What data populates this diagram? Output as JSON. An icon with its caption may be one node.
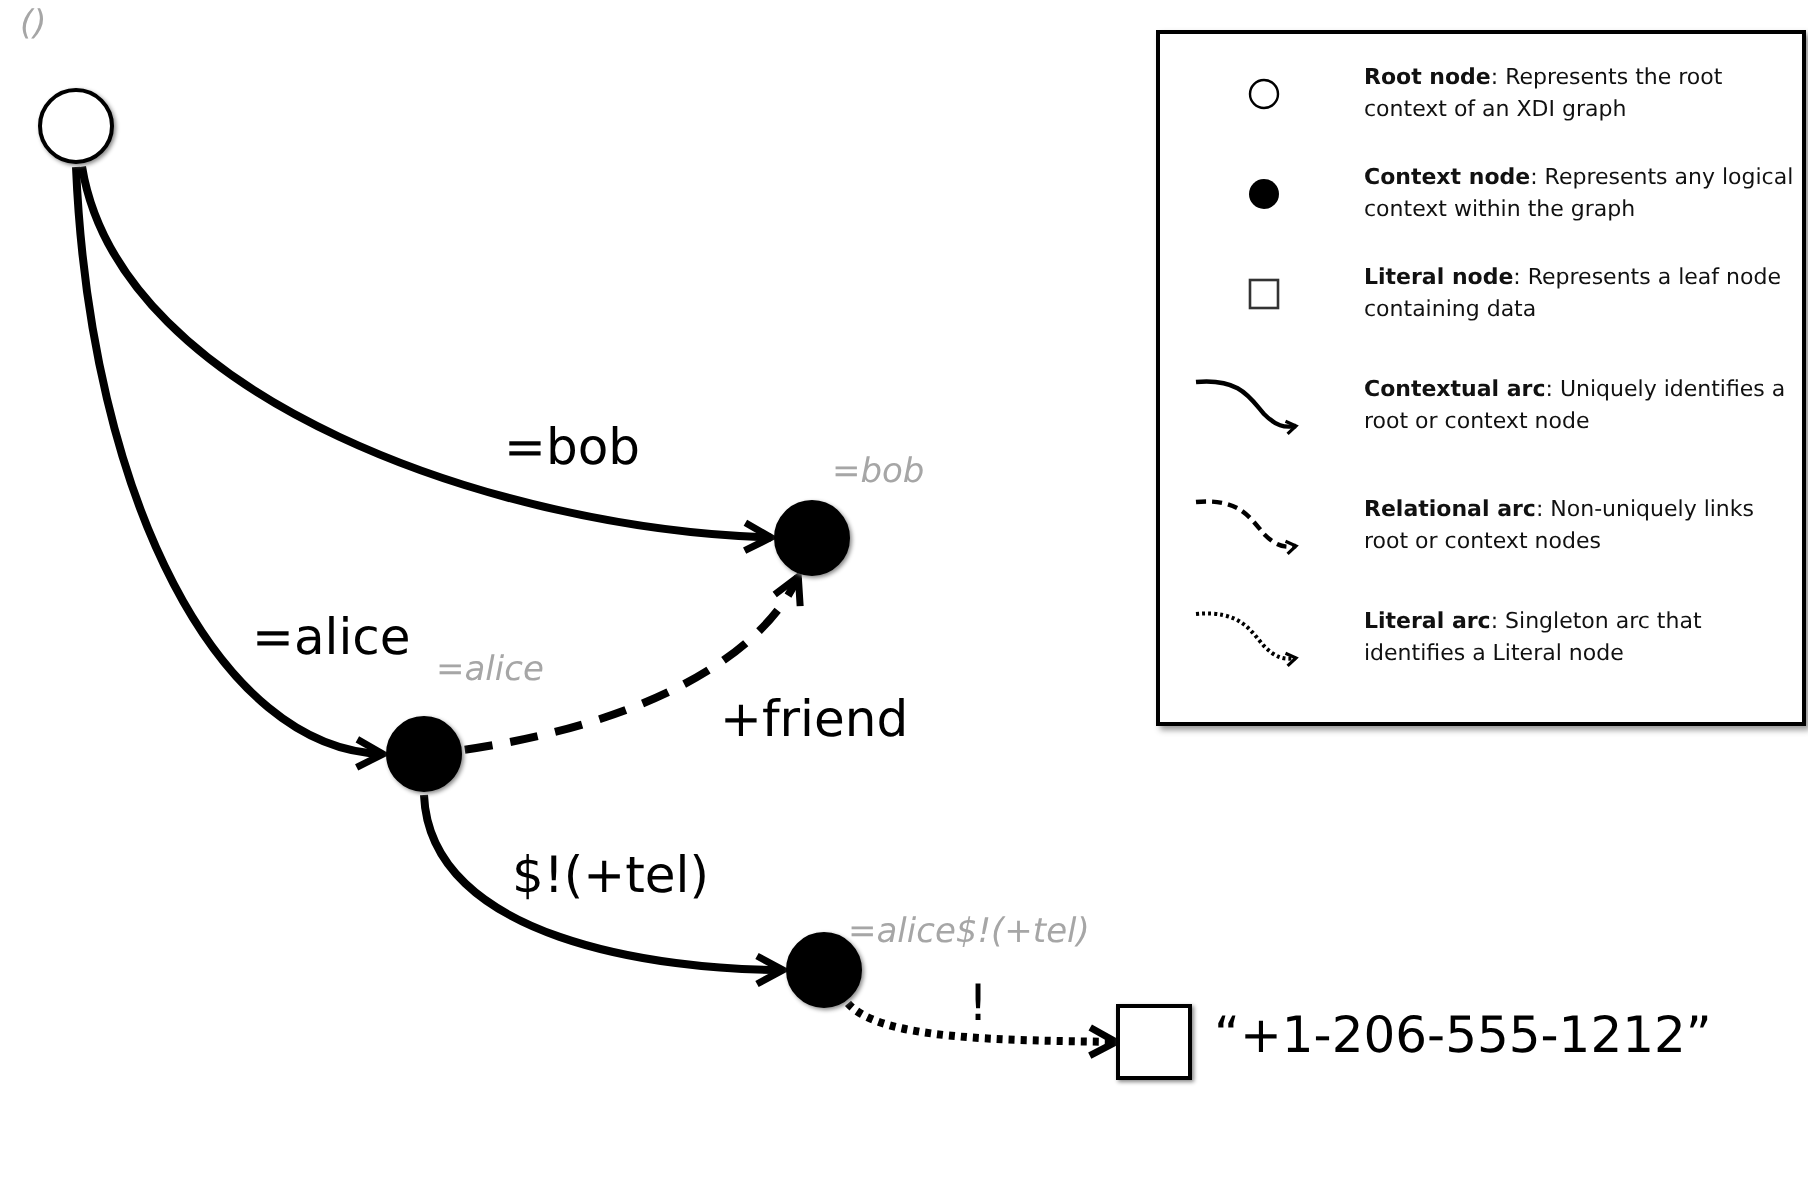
{
  "diagram": {
    "nodes": [
      {
        "text": [],
        "shape": "circle",
        "beside": [
          "()"
        ]
      },
      {
        "text": [],
        "shape": "circle",
        "beside": [
          "=bob"
        ]
      },
      {
        "text": [],
        "shape": "circle",
        "beside": [
          "=alice"
        ]
      },
      {
        "text": [],
        "shape": "circle",
        "beside": [
          "=alice$!(+tel)"
        ]
      },
      {
        "text": [],
        "shape": "box",
        "beside": [
          "“+1-206-555-1212”"
        ]
      }
    ],
    "edges": [
      {
        "from": 0,
        "to": 1,
        "arrow": "to",
        "label": "=bob"
      },
      {
        "from": 0,
        "to": 2,
        "arrow": "to",
        "label": "=alice"
      },
      {
        "from": 2,
        "to": 1,
        "arrow": "to",
        "label": "+friend",
        "style": "dashed"
      },
      {
        "from": 2,
        "to": 3,
        "arrow": "to",
        "label": "$!(+tel)"
      },
      {
        "from": 3,
        "to": 4,
        "arrow": "to",
        "label": "!",
        "style": "dashed"
      }
    ],
    "legend": [
      {
        "text": "**Root node**: Represents the root context of an XDI graph"
      },
      {
        "text": "**Context node**: Represents any logical context within the graph"
      },
      {
        "text": "**Literal node**: Represents a leaf node containing data"
      },
      {
        "text": "**Contextual arc**: Uniquely identifies a root or context node"
      },
      {
        "text": "**Relational arc**: Non-uniquely links root or context nodes"
      },
      {
        "text": "**Literal arc**: Singleton arc that identifies a Literal node"
      }
    ]
  }
}
